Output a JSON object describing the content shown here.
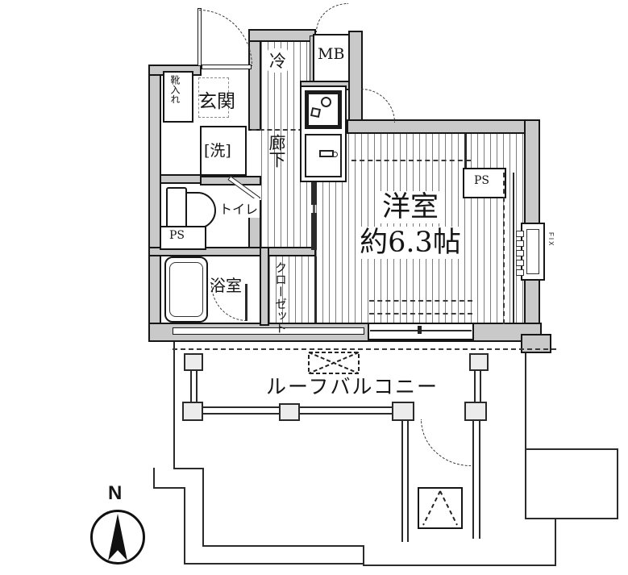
{
  "plan": {
    "rooms": {
      "entrance": "玄関",
      "shoe_storage": "靴入れ",
      "washer": "[洗]",
      "refrigerator": "冷",
      "meter_box": "MB",
      "corridor": "廊下",
      "toilet": "トイレ",
      "pipe_space_1": "PS",
      "bathroom": "浴室",
      "closet": "クローゼット",
      "main_room_name": "洋室",
      "main_room_size": "約6.3帖",
      "pipe_space_2": "PS",
      "fix_window": "FIX",
      "roof_balcony": "ルーフバルコニー"
    },
    "compass_north": "N",
    "colors": {
      "wall_fill": "#c9c9c9",
      "line": "#1f1f1f"
    }
  }
}
